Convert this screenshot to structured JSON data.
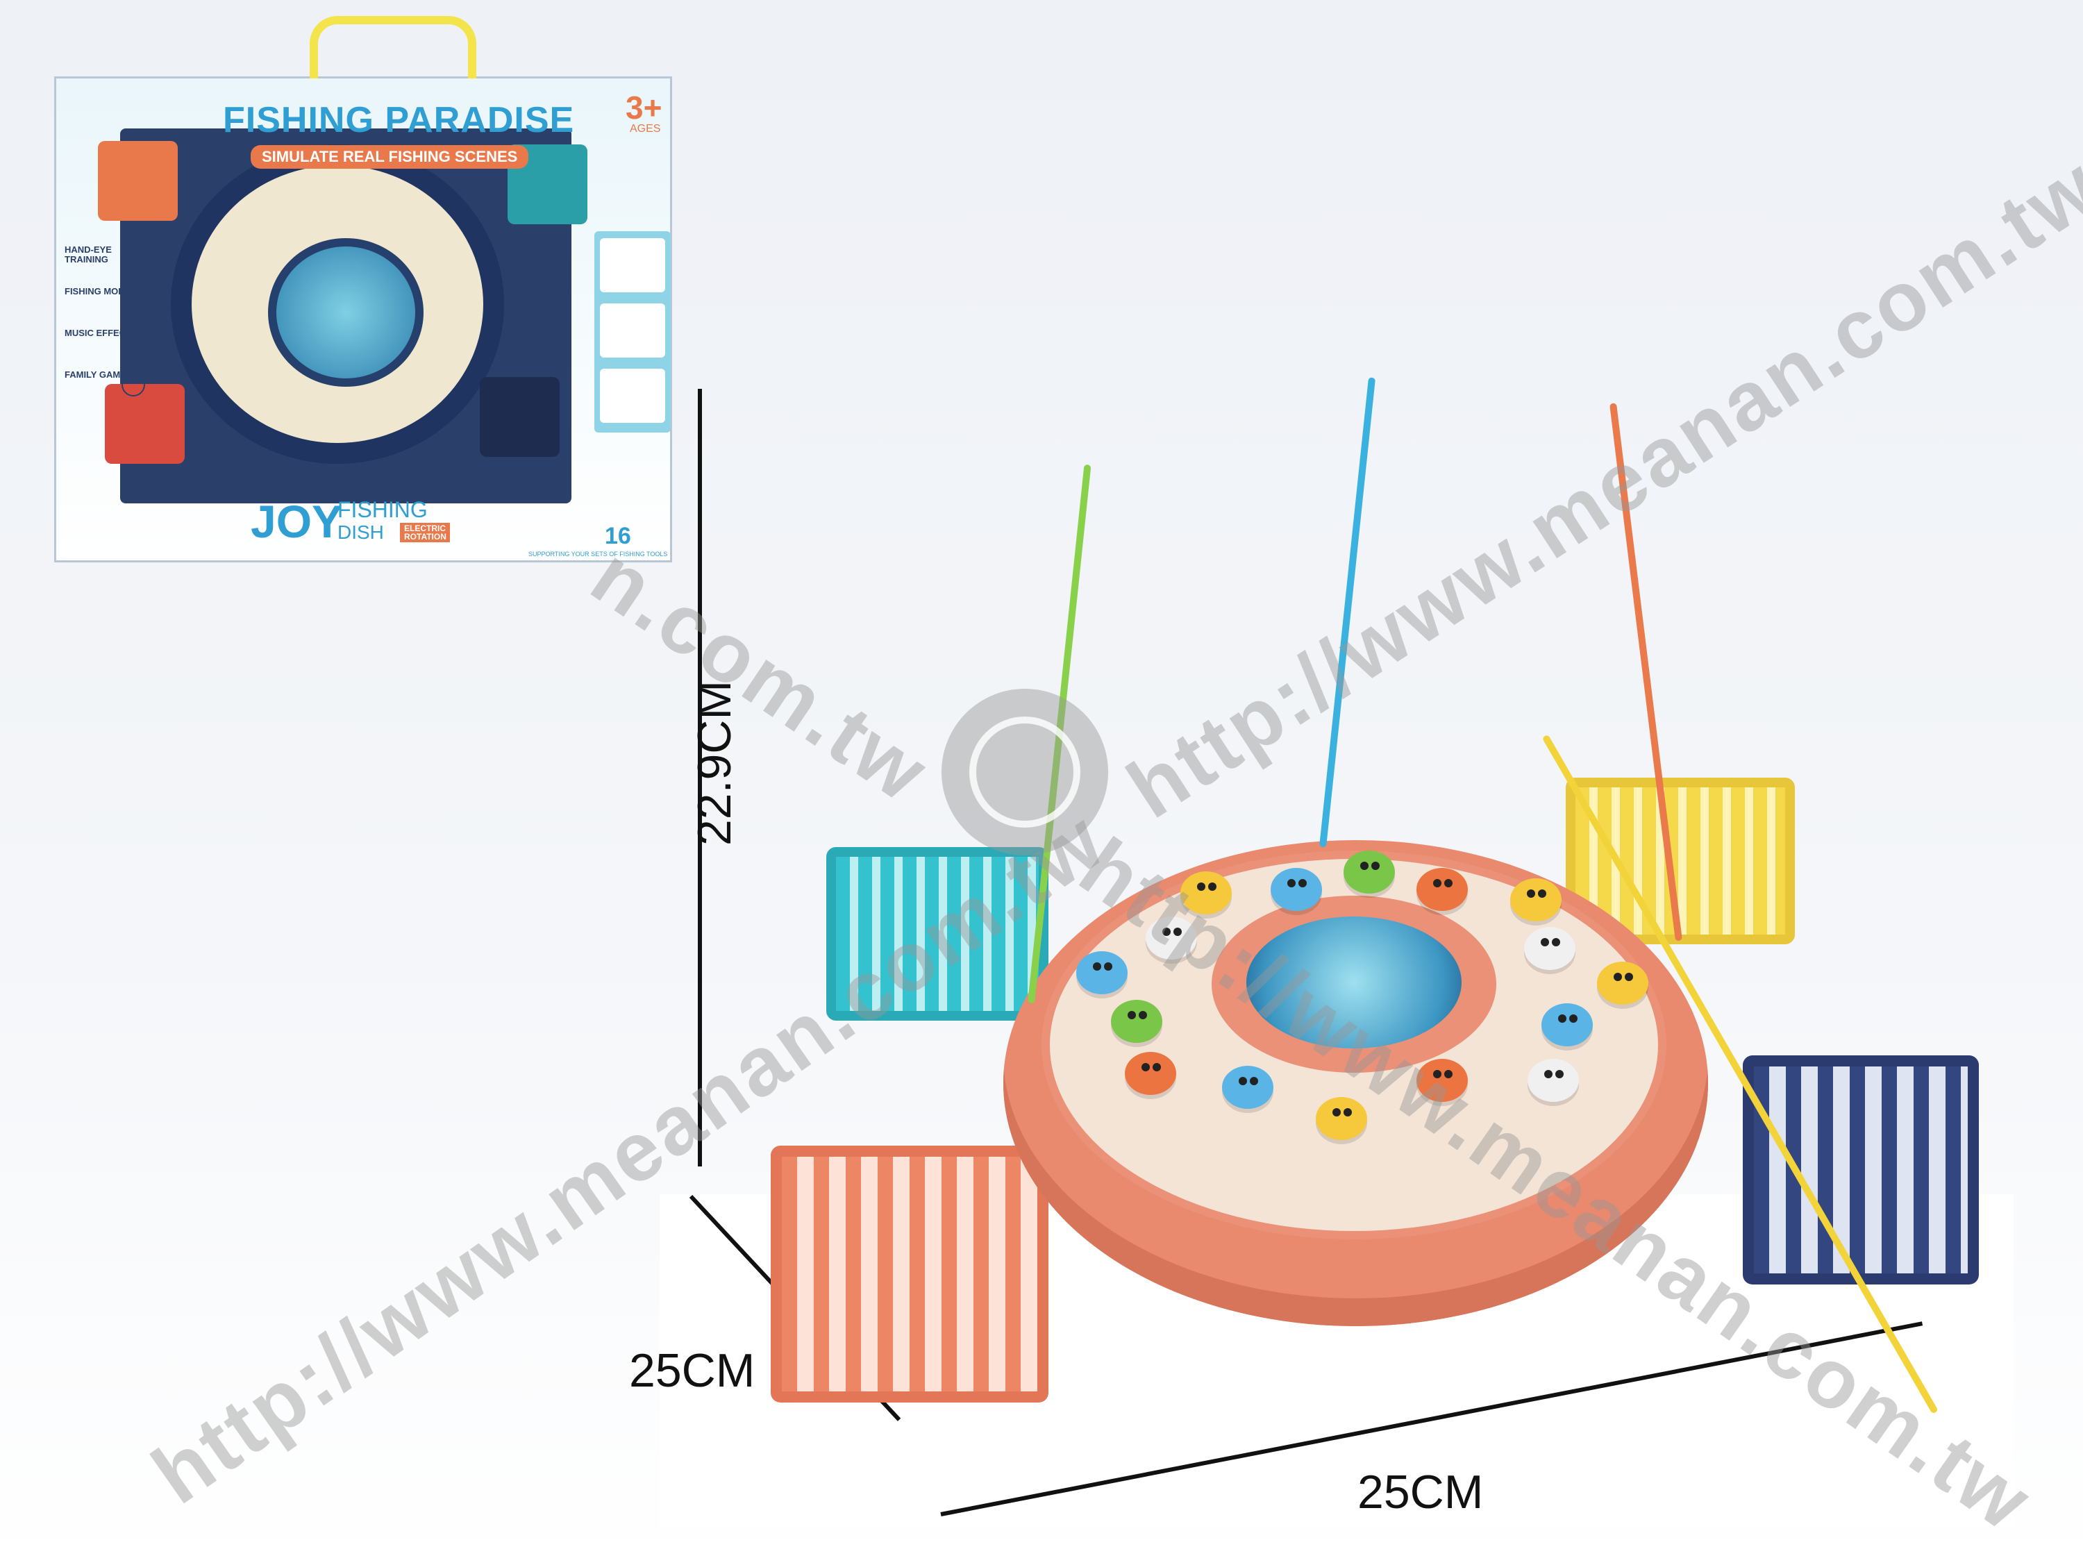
{
  "box": {
    "title": "FISHING PARADISE",
    "subtitle": "SIMULATE REAL FISHING SCENES",
    "age": "3+",
    "age_label": "AGES",
    "features": [
      "HAND-EYE TRAINING",
      "FISHING MODE",
      "MUSIC EFFECT",
      "FAMILY GAME"
    ],
    "joy": "JOY",
    "fishing": "FISHING",
    "dish": "DISH",
    "electric_rotation": "ELECTRIC ROTATION",
    "count": "16",
    "tagline": "SUPPORTING YOUR SETS OF FISHING TOOLS"
  },
  "dimensions": {
    "height": "22.9CM",
    "depth": "25CM",
    "width": "25CM"
  },
  "watermark": {
    "lower_left": "http://www.meanan.com.tw",
    "upper_right": "http://www.meanan.com.tw",
    "center": "n.com.tw",
    "diagonal": "http://www.meanan.com.tw"
  },
  "colors": {
    "base": "#e9896e",
    "rod_green": "#8ad14b",
    "rod_blue": "#3bb1e0",
    "rod_orange": "#ea7a4c",
    "rod_yellow": "#f2d43a",
    "basket_teal": "#34c2cf",
    "basket_yellow": "#f6d94a",
    "basket_navy": "#34467f",
    "basket_coral": "#ec8664"
  }
}
